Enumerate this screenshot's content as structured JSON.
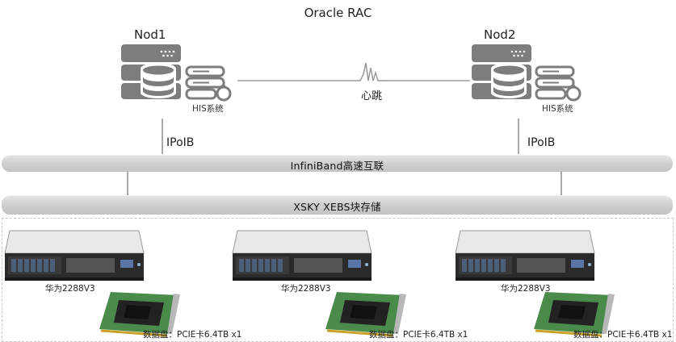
{
  "title": "Oracle RAC",
  "nodes": [
    {
      "name": "Nod1",
      "app_label": "HIS系统",
      "link_label": "IPoIB"
    },
    {
      "name": "Nod2",
      "app_label": "HIS系统",
      "link_label": "IPoIB"
    }
  ],
  "heartbeat_label": "心跳",
  "interconnect_label": "InfiniBand高速互联",
  "storage_label": "XSKY XEBS块存储",
  "servers": [
    {
      "name": "华为2288V3",
      "disk": "数据盘：PCIE卡6.4TB x1"
    },
    {
      "name": "华为2288V3",
      "disk": "数据盘：PCIE卡6.4TB x1"
    },
    {
      "name": "华为2288V3",
      "disk": "数据盘：PCIE卡6.4TB x1"
    }
  ],
  "colors": {
    "icon_gray": "#7d7d7d",
    "pipe": "#d3d3d3",
    "line": "#b0b0b0"
  }
}
